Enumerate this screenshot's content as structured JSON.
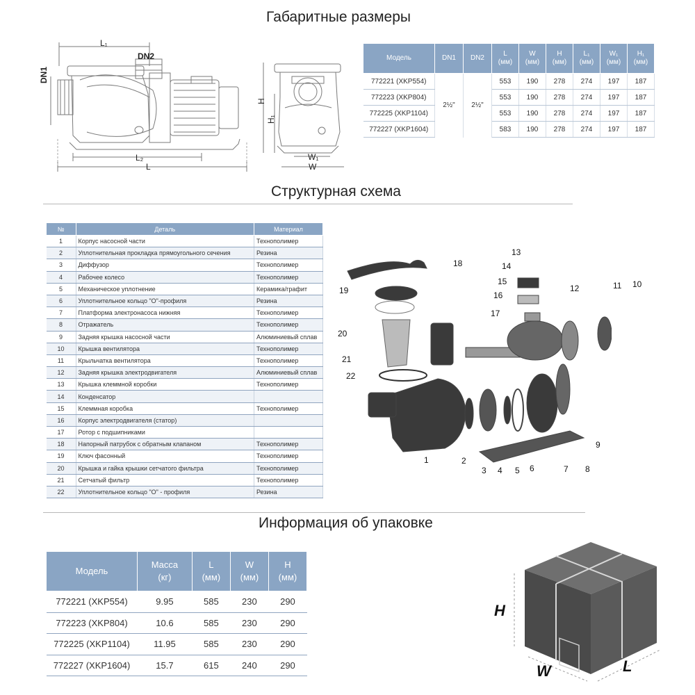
{
  "sections": {
    "dimensions_title": "Габаритные размеры",
    "structure_title": "Структурная схема",
    "packaging_title": "Информация об упаковке"
  },
  "drawing_labels": {
    "L1": "L₁",
    "DN2": "DN2",
    "DN1": "DN1",
    "L2": "L₂",
    "L": "L",
    "H": "H",
    "H1": "H₁",
    "W1": "W₁",
    "W": "W"
  },
  "dims_table": {
    "headers": [
      "Модель",
      "DN1",
      "DN2",
      "L\n(мм)",
      "W\n(мм)",
      "H\n(мм)",
      "L₁\n(мм)",
      "W₁\n(мм)",
      "H₁\n(мм)"
    ],
    "dn1": "2½\"",
    "dn2": "2½\"",
    "rows": [
      [
        "772221 (XKP554)",
        "553",
        "190",
        "278",
        "274",
        "197",
        "187"
      ],
      [
        "772223 (XKP804)",
        "553",
        "190",
        "278",
        "274",
        "197",
        "187"
      ],
      [
        "772225 (XKP1104)",
        "553",
        "190",
        "278",
        "274",
        "197",
        "187"
      ],
      [
        "772227 (XKP1604)",
        "583",
        "190",
        "278",
        "274",
        "197",
        "187"
      ]
    ]
  },
  "parts_table": {
    "headers": [
      "№",
      "Деталь",
      "Материал"
    ],
    "rows": [
      [
        "1",
        "Корпус насосной части",
        "Технополимер"
      ],
      [
        "2",
        "Уплотнительная прокладка прямоугольного сечения",
        "Резина"
      ],
      [
        "3",
        "Диффузор",
        "Технополимер"
      ],
      [
        "4",
        "Рабочее колесо",
        "Технополимер"
      ],
      [
        "5",
        "Механическое уплотнение",
        "Керамика/графит"
      ],
      [
        "6",
        "Уплотнительное кольцо \"О\"-профиля",
        "Резина"
      ],
      [
        "7",
        "Платформа электронасоса нижняя",
        "Технополимер"
      ],
      [
        "8",
        "Отражатель",
        "Технополимер"
      ],
      [
        "9",
        "Задняя крышка насосной части",
        "Алюминиевый сплав"
      ],
      [
        "10",
        "Крышка вентилятора",
        "Технополимер"
      ],
      [
        "11",
        "Крыльчатка вентилятора",
        "Технополимер"
      ],
      [
        "12",
        "Задняя крышка электродвигателя",
        "Алюминиевый сплав"
      ],
      [
        "13",
        "Крышка клеммной коробки",
        "Технополимер"
      ],
      [
        "14",
        "Конденсатор",
        ""
      ],
      [
        "15",
        "Клеммная коробка",
        "Технополимер"
      ],
      [
        "16",
        "Корпус электродвигателя (статор)",
        ""
      ],
      [
        "17",
        "Ротор с подшипниками",
        ""
      ],
      [
        "18",
        "Напорный патрубок с обратным клапаном",
        "Технополимер"
      ],
      [
        "19",
        "Ключ фасонный",
        "Технополимер"
      ],
      [
        "20",
        "Крышка и гайка крышки сетчатого фильтра",
        "Технополимер"
      ],
      [
        "21",
        "Сетчатый фильтр",
        "Технополимер"
      ],
      [
        "22",
        "Уплотнительное кольцо \"О\" - профиля",
        "Резина"
      ]
    ]
  },
  "exploded_callouts": [
    "1",
    "2",
    "3",
    "4",
    "5",
    "6",
    "7",
    "8",
    "9",
    "10",
    "11",
    "12",
    "13",
    "14",
    "15",
    "16",
    "17",
    "18",
    "19",
    "20",
    "21",
    "22"
  ],
  "pack_table": {
    "headers": [
      "Модель",
      "Масса\n(кг)",
      "L\n(мм)",
      "W\n(мм)",
      "H\n(мм)"
    ],
    "rows": [
      [
        "772221 (XKP554)",
        "9.95",
        "585",
        "230",
        "290"
      ],
      [
        "772223 (XKP804)",
        "10.6",
        "585",
        "230",
        "290"
      ],
      [
        "772225 (XKP1104)",
        "11.95",
        "585",
        "230",
        "290"
      ],
      [
        "772227 (XKP1604)",
        "15.7",
        "615",
        "240",
        "290"
      ]
    ]
  },
  "box_labels": {
    "H": "H",
    "W": "W",
    "L": "L"
  },
  "colors": {
    "header_blue": "#8aa5c4",
    "row_line": "#8fa4bf"
  }
}
